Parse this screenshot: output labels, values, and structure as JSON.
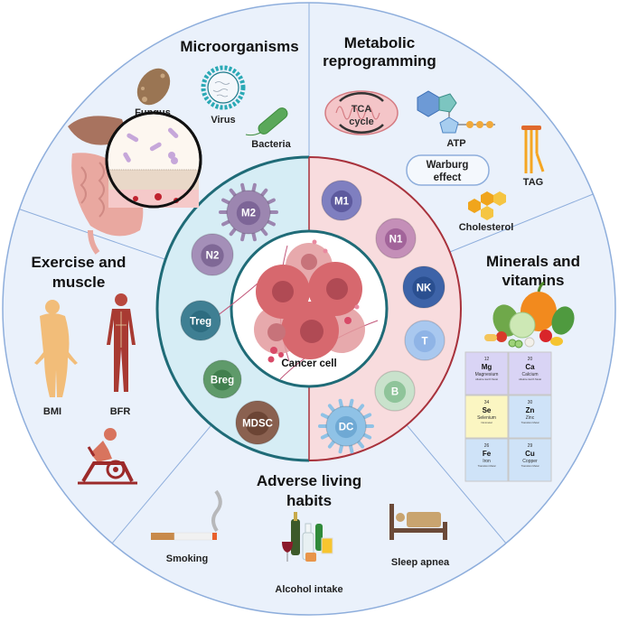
{
  "colors": {
    "outer_bg": "#eaf1fb",
    "outer_border": "#8eaedc",
    "divider": "#8eaedc",
    "left_half_bg": "#d6edf5",
    "right_half_bg": "#f8dcde",
    "left_ring": "#1f6b77",
    "right_ring": "#a8323c",
    "warburg_text": "#c0392b",
    "warburg_border": "#8eaedc"
  },
  "sections": {
    "microorganisms": {
      "title": "Microorganisms",
      "items": [
        "Fungus",
        "Virus",
        "Bacteria"
      ]
    },
    "metabolic": {
      "title_line1": "Metabolic",
      "title_line2": "reprogramming",
      "tca_line1": "TCA",
      "tca_line2": "cycle",
      "atp": "ATP",
      "warburg_line1": "Warburg",
      "warburg_line2": "effect",
      "tag": "TAG",
      "cholesterol": "Cholesterol"
    },
    "minerals": {
      "title_line1": "Minerals and",
      "title_line2": "vitamins",
      "periodic_table": [
        {
          "number": "12",
          "symbol": "Mg",
          "name": "Magnesium",
          "category": "Alkaline Earth Metal",
          "color": "#d9d4f5"
        },
        {
          "number": "20",
          "symbol": "Ca",
          "name": "Calcium",
          "category": "Alkaline Earth Metal",
          "color": "#d9d4f5"
        },
        {
          "number": "34",
          "symbol": "Se",
          "name": "Selenium",
          "category": "Nonmetal",
          "color": "#fbf6c2"
        },
        {
          "number": "30",
          "symbol": "Zn",
          "name": "Zinc",
          "category": "Transition Metal",
          "color": "#cfe3f8"
        },
        {
          "number": "26",
          "symbol": "Fe",
          "name": "Iron",
          "category": "Transition Metal",
          "color": "#cfe3f8"
        },
        {
          "number": "29",
          "symbol": "Cu",
          "name": "Copper",
          "category": "Transition Metal",
          "color": "#cfe3f8"
        }
      ]
    },
    "adverse": {
      "title_line1": "Adverse living",
      "title_line2": "habits",
      "smoking": "Smoking",
      "alcohol": "Alcohol intake",
      "sleep": "Sleep apnea"
    },
    "exercise": {
      "title_line1": "Exercise and",
      "title_line2": "muscle",
      "bmi": "BMI",
      "bfr": "BFR"
    }
  },
  "immune_cells": {
    "left": [
      {
        "label": "M2",
        "color": "#9c86b0",
        "nucleus": "#7d6597"
      },
      {
        "label": "N2",
        "color": "#a48fb8",
        "nucleus": "#7f6896"
      },
      {
        "label": "Treg",
        "color": "#3f7f93",
        "nucleus": "#2d6c80"
      },
      {
        "label": "Breg",
        "color": "#5f9a6a",
        "nucleus": "#417f4e"
      },
      {
        "label": "MDSC",
        "color": "#8a6150",
        "nucleus": "#6c4535"
      }
    ],
    "right": [
      {
        "label": "M1",
        "color": "#7f7fc0",
        "nucleus": "#5d5a9e"
      },
      {
        "label": "N1",
        "color": "#c48fb8",
        "nucleus": "#a2649a"
      },
      {
        "label": "NK",
        "color": "#3d63a8",
        "nucleus": "#2a4f90"
      },
      {
        "label": "T",
        "color": "#a9c8ef",
        "nucleus": "#8fb4e6"
      },
      {
        "label": "B",
        "color": "#c9e2cc",
        "nucleus": "#8fc49a"
      },
      {
        "label": "DC",
        "color": "#8fc2e6",
        "nucleus": "#6fa9d4"
      }
    ]
  },
  "center": {
    "label": "Cancer cell"
  }
}
